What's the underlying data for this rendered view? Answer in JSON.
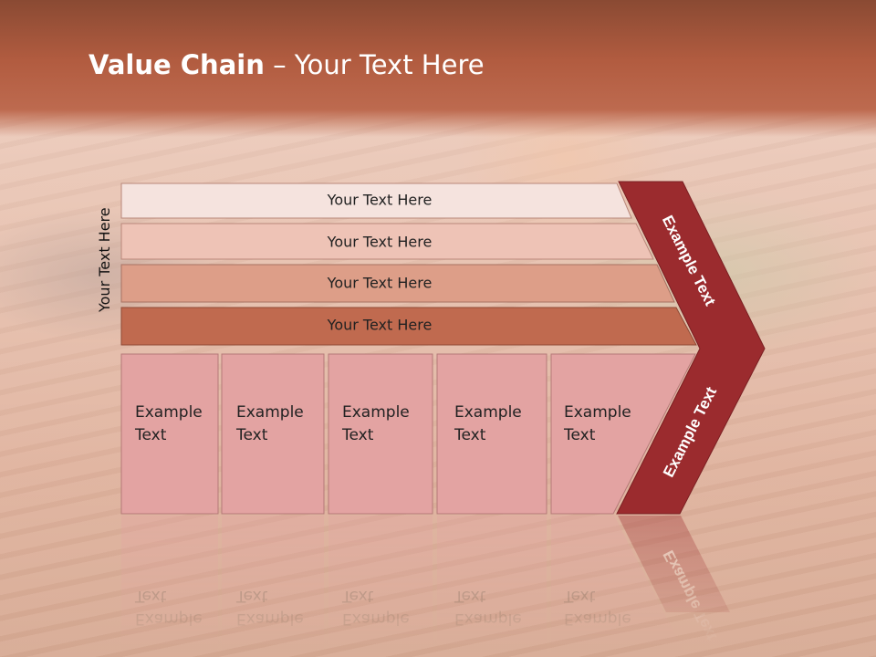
{
  "title": {
    "bold": "Value Chain",
    "rest": " – Your Text Here"
  },
  "side_label": "Your Text Here",
  "bars": [
    "Your Text Here",
    "Your Text Here",
    "Your Text Here",
    "Your Text Here"
  ],
  "boxes": [
    {
      "line1": "Example",
      "line2": "Text"
    },
    {
      "line1": "Example",
      "line2": "Text"
    },
    {
      "line1": "Example",
      "line2": "Text"
    },
    {
      "line1": "Example",
      "line2": "Text"
    },
    {
      "line1": "Example",
      "line2": "Text"
    }
  ],
  "chevron": {
    "upper_label": "Example Text",
    "lower_label": "Example Text"
  },
  "colors": {
    "bar1": "#f5e3de",
    "bar2": "#eec3b6",
    "bar3": "#dd9e88",
    "bar4": "#c06a4f",
    "box": "#e3a3a2",
    "chevron": "#9b2b2e"
  }
}
